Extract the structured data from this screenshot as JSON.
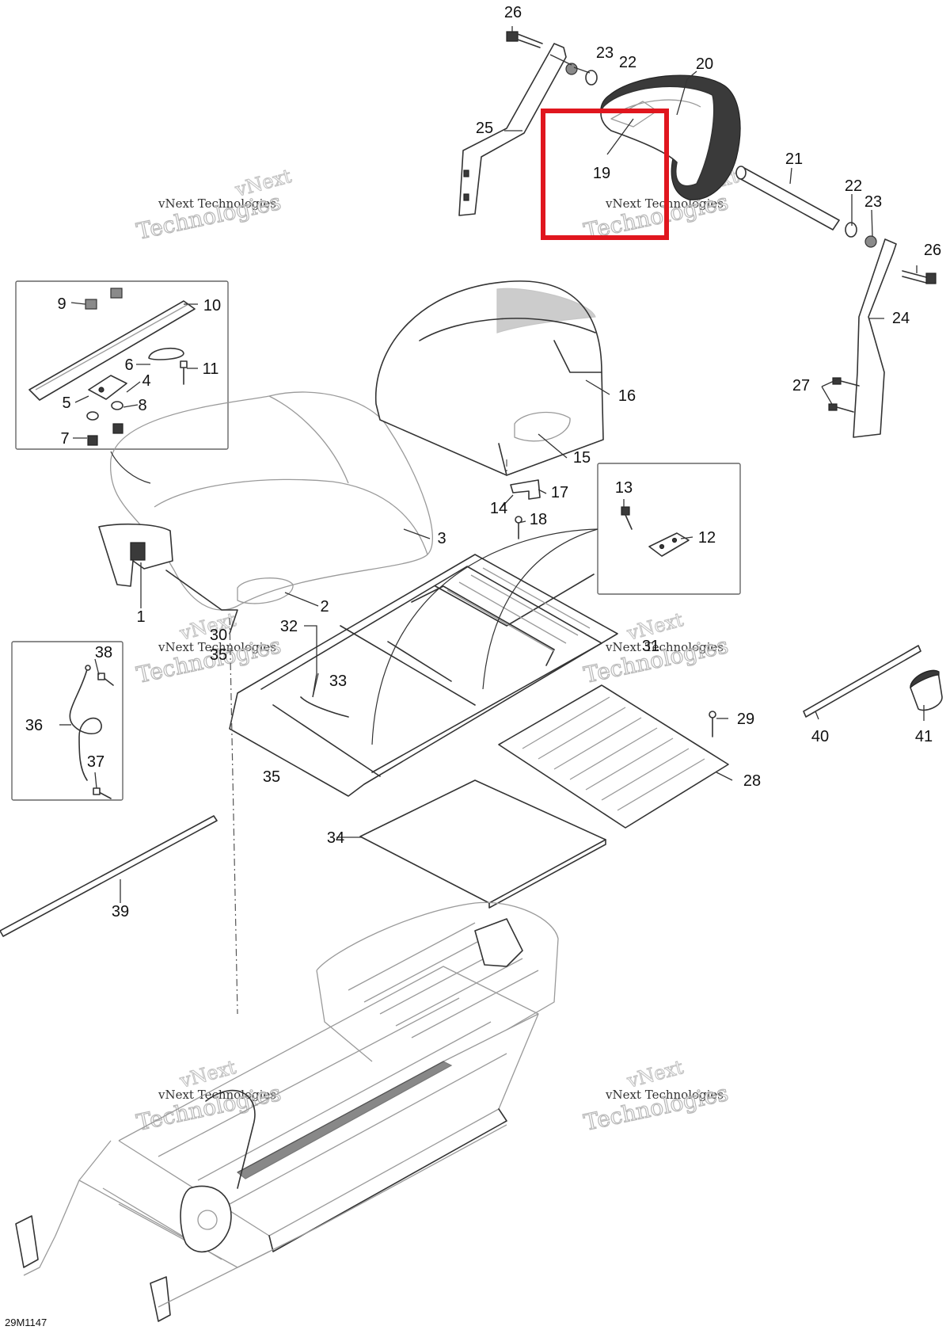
{
  "diagram_code": "29M1147",
  "watermark": {
    "line1": "vNext Technologies",
    "line2": "Technologies",
    "line3": "vNext"
  },
  "highlight_color": "#e0161e",
  "callouts": {
    "c1": "1",
    "c2": "2",
    "c3": "3",
    "c4": "4",
    "c5": "5",
    "c6": "6",
    "c7": "7",
    "c8": "8",
    "c9": "9",
    "c10": "10",
    "c11": "11",
    "c12": "12",
    "c13": "13",
    "c14": "14",
    "c15": "15",
    "c16": "16",
    "c17": "17",
    "c18": "18",
    "c19": "19",
    "c20": "20",
    "c21": "21",
    "c22a": "22",
    "c22b": "22",
    "c23a": "23",
    "c23b": "23",
    "c24": "24",
    "c25": "25",
    "c26a": "26",
    "c26b": "26",
    "c27": "27",
    "c28": "28",
    "c29": "29",
    "c30": "30",
    "c31": "31",
    "c32": "32",
    "c33": "33",
    "c34": "34",
    "c35a": "35",
    "c35b": "35",
    "c36": "36",
    "c37": "37",
    "c38": "38",
    "c39": "39",
    "c40": "40",
    "c41": "41"
  }
}
